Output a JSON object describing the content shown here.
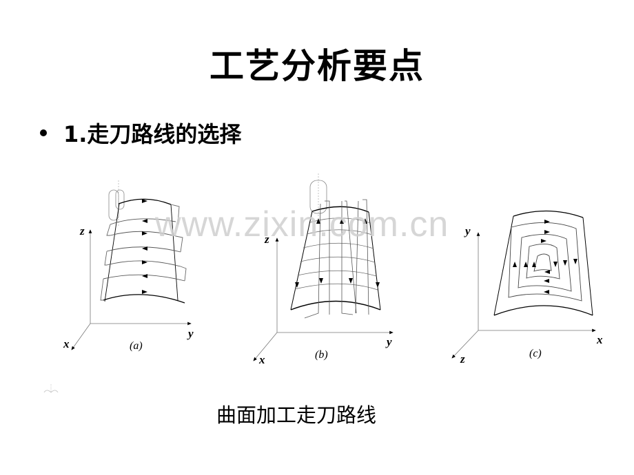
{
  "slide": {
    "title": "工艺分析要点",
    "bullet": "1.走刀路线的选择",
    "caption": "曲面加工走刀路线",
    "watermark": "www.zixin.com.cn"
  },
  "figures": [
    {
      "id": "a",
      "label": "(a)",
      "axes": {
        "vertical": "z",
        "horizontal": "y",
        "depth": "x"
      },
      "description": "row-wise tool path with alternating horizontal arrows"
    },
    {
      "id": "b",
      "label": "(b)",
      "axes": {
        "vertical": "z",
        "horizontal": "y",
        "depth": "x"
      },
      "description": "column-wise tool path with alternating vertical arrows"
    },
    {
      "id": "c",
      "label": "(c)",
      "axes": {
        "vertical": "y",
        "horizontal": "x",
        "depth": "z"
      },
      "description": "spiral tool path"
    }
  ]
}
